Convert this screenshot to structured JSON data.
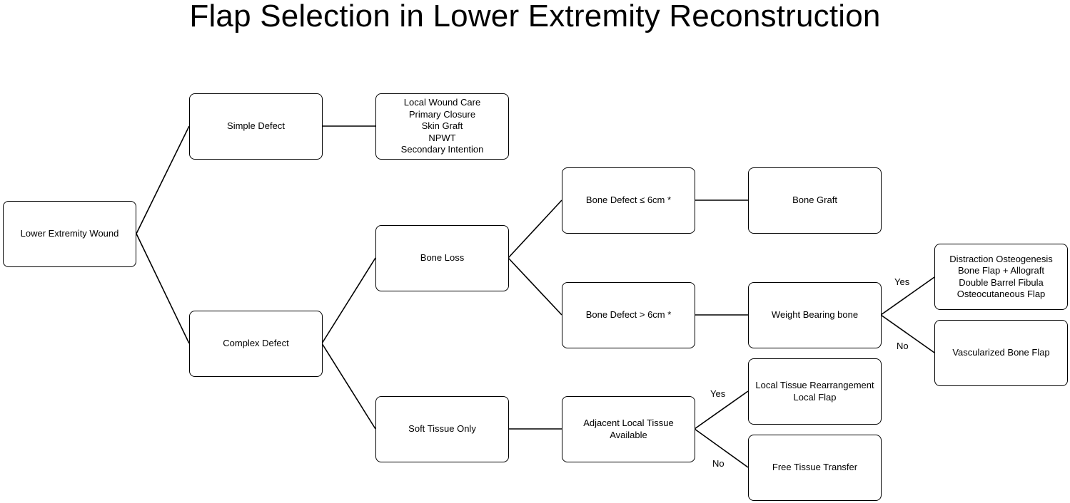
{
  "title": "Flap Selection in Lower Extremity Reconstruction",
  "nodes": {
    "lower_extremity_wound": [
      "Lower Extremity Wound"
    ],
    "simple_defect": [
      "Simple Defect"
    ],
    "simple_options": [
      "Local Wound Care",
      "Primary Closure",
      "Skin Graft",
      "NPWT",
      "Secondary Intention"
    ],
    "complex_defect": [
      "Complex Defect"
    ],
    "bone_loss": [
      "Bone Loss"
    ],
    "soft_tissue_only": [
      "Soft Tissue Only"
    ],
    "bone_defect_small": [
      "Bone Defect ≤ 6cm *"
    ],
    "bone_graft": [
      "Bone Graft"
    ],
    "bone_defect_large": [
      "Bone Defect > 6cm *"
    ],
    "weight_bearing_bone": [
      "Weight Bearing bone"
    ],
    "weight_bearing_yes_options": [
      "Distraction Osteogenesis",
      "Bone Flap + Allograft",
      "Double Barrel Fibula",
      "Osteocutaneous Flap"
    ],
    "vascularized_bone_flap": [
      "Vascularized Bone Flap"
    ],
    "adjacent_local_tissue": [
      "Adjacent Local Tissue",
      "Available"
    ],
    "local_tissue_options": [
      "Local Tissue Rearrangement",
      "Local Flap"
    ],
    "free_tissue_transfer": [
      "Free Tissue Transfer"
    ]
  },
  "edge_labels": {
    "weight_yes": "Yes",
    "weight_no": "No",
    "tissue_yes": "Yes",
    "tissue_no": "No"
  }
}
